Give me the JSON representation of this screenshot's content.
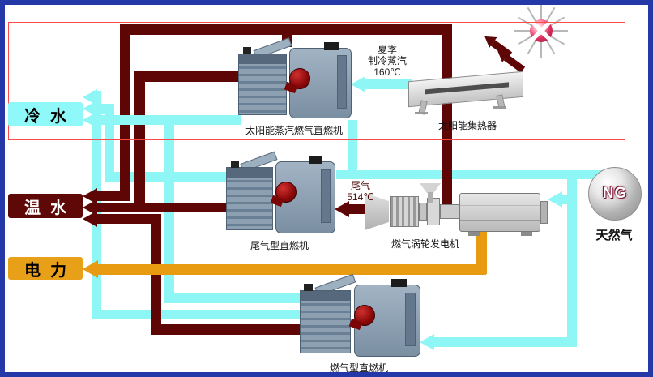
{
  "colors": {
    "hot": "#5E0505",
    "cold": "#8FF6F6",
    "power": "#E89A10",
    "frame": "#2438A8",
    "highlight": "#ff4a4a",
    "tagcold": "#8FF8F8",
    "tagwarm": "#5E0808",
    "tagpower": "#E8A018"
  },
  "left_labels": {
    "cold": {
      "label": "冷水"
    },
    "warm": {
      "label": "温水"
    },
    "power": {
      "label": "电力"
    }
  },
  "equipment": {
    "solar_machine": {
      "label": "太阳能蒸汽燃气直燃机"
    },
    "solar_collector": {
      "label": "太阳能集热器"
    },
    "exhaust_machine": {
      "label": "尾气型直燃机"
    },
    "gas_turbine": {
      "label": "燃气涡轮发电机"
    },
    "gas_machine": {
      "label": "燃气型直燃机"
    },
    "natural_gas": {
      "label": "天然气",
      "sphere_text": "NG"
    }
  },
  "annotations": {
    "summer_steam": {
      "line1": "夏季",
      "line2": "制冷蒸汽",
      "line3": "160℃"
    },
    "exhaust": {
      "line1": "尾气",
      "line2": "514℃"
    }
  }
}
